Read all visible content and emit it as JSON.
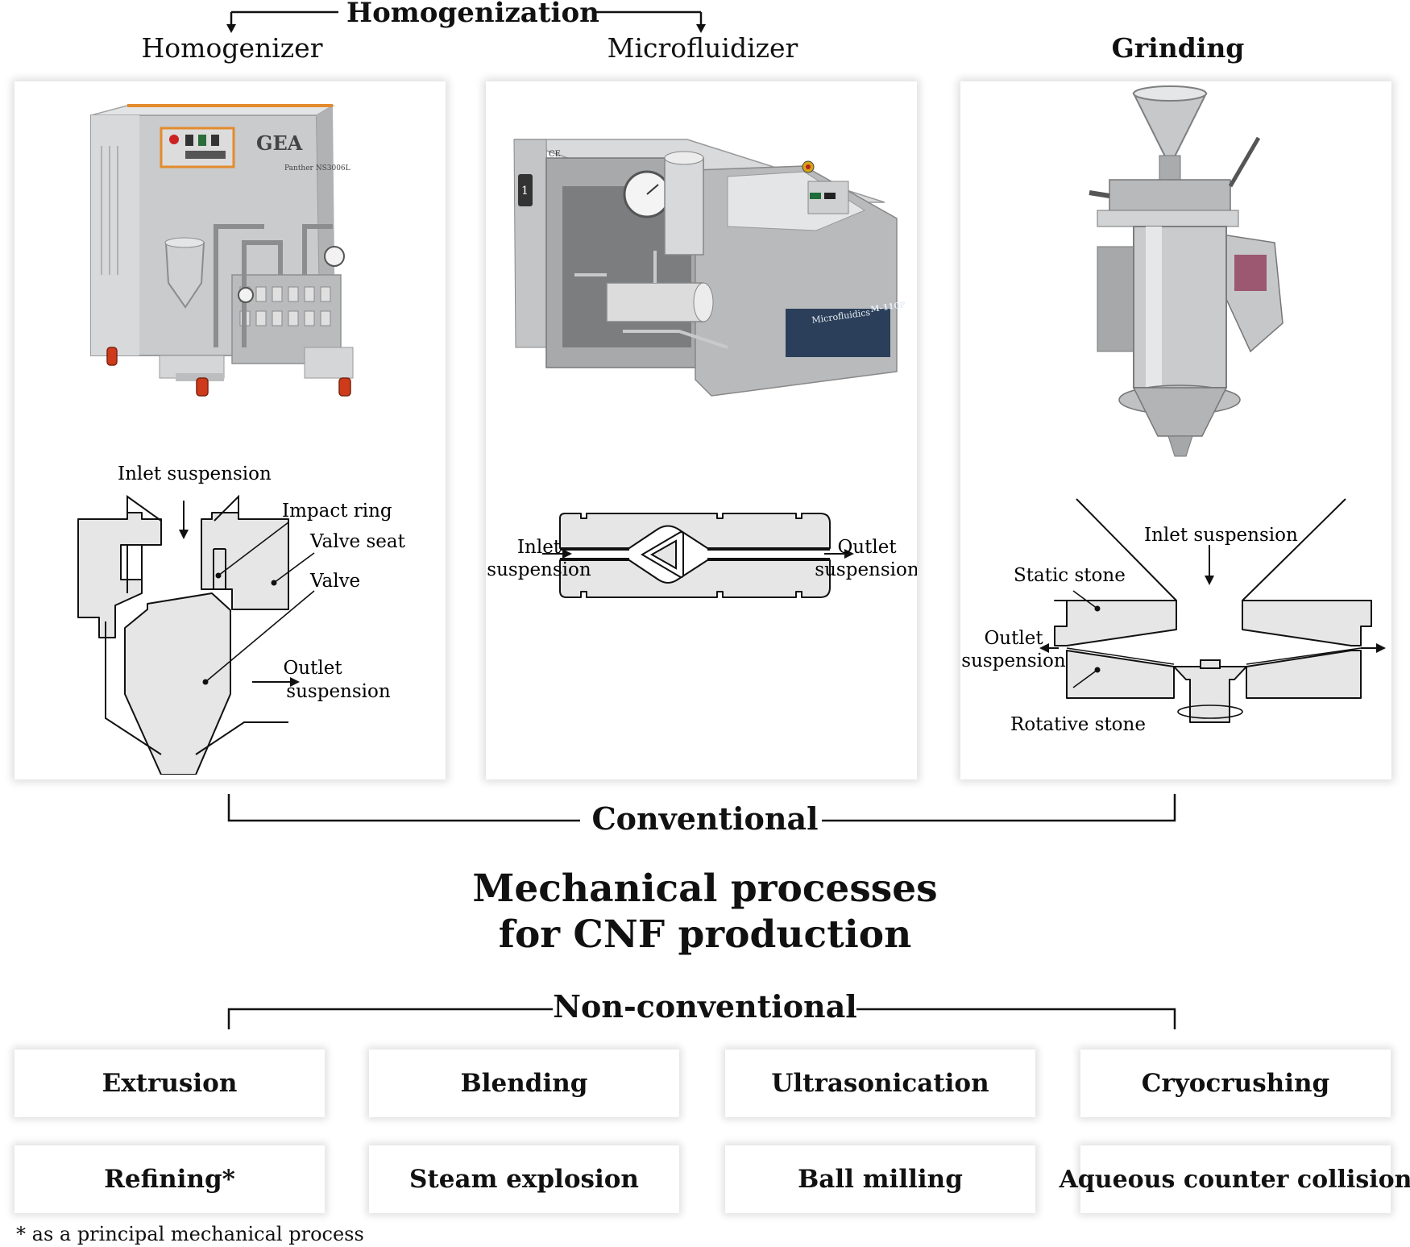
{
  "headers": {
    "homogenization": "Homogenization",
    "homogenizer": "Homogenizer",
    "microfluidizer": "Microfluidizer",
    "grinding": "Grinding"
  },
  "machines": {
    "homogenizer_brand": "GEA",
    "homogenizer_model": "Panther NS3006L",
    "microfluidizer_brand": "Microfluidics",
    "microfluidizer_model": "M-110P"
  },
  "homogenizer_diagram": {
    "inlet": "Inlet suspension",
    "impact_ring": "Impact ring",
    "valve_seat": "Valve seat",
    "valve": "Valve",
    "outlet_line1": "Outlet",
    "outlet_line2": "suspension"
  },
  "microfluidizer_diagram": {
    "inlet_line1": "Inlet",
    "inlet_line2": "suspension",
    "outlet_line1": "Outlet",
    "outlet_line2": "suspension"
  },
  "grinder_diagram": {
    "inlet": "Inlet suspension",
    "static_stone": "Static stone",
    "outlet_line1": "Outlet",
    "outlet_line2": "suspension",
    "rotative_stone": "Rotative stone"
  },
  "conventional": "Conventional",
  "main_title_line1": "Mechanical processes",
  "main_title_line2": "for CNF production",
  "non_conventional": "Non-conventional",
  "processes": [
    "Extrusion",
    "Blending",
    "Ultrasonication",
    "Cryocrushing",
    "Refining*",
    "Steam explosion",
    "Ball milling",
    "Aqueous counter collision"
  ],
  "footnote": "* as a principal mechanical process"
}
